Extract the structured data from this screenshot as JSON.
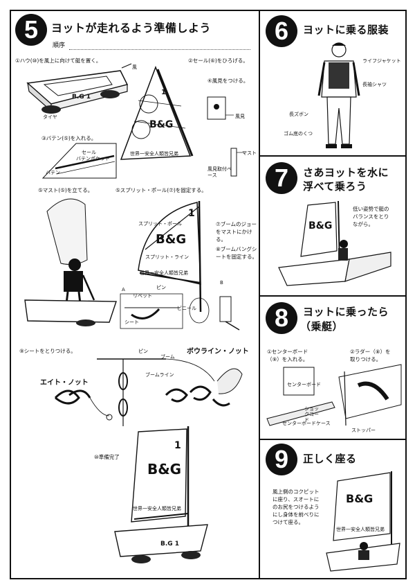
{
  "section5": {
    "number": "5",
    "title": "ヨットが走れるよう準備しよう",
    "subtitle": "順序",
    "step1": "①ハウ(⑩)を風上に向けて艇を置く。",
    "step2": "②セール(⑥)をひろげる。",
    "step2b": "④風見をつける。",
    "step3": "③バテン(⑤)を入れる。",
    "step4": "⑤マスト(⑤)を立てる。",
    "step5": "⑤スプリット・ポール(⑦)を固定する。",
    "step6": "⑦ブームのジョーをマストにかける。",
    "step7": "⑧ブームバングシートを固定する。",
    "step8": "⑨シートをとりつける。",
    "step9": "⑩準備完了",
    "labels": {
      "wind": "風",
      "tire": "タイヤ",
      "sail": "セール",
      "batten_pocket": "バテンポケット",
      "batten": "バテン",
      "mast": "マスト",
      "mast_base": "風見取付ベース",
      "wind_vane": "風見",
      "hull_mark": "B.G 1",
      "sail_number": "1",
      "sail_text": "世界一安全人類皆兄弟",
      "sprit": "スプリット・ポール",
      "sprit_line": "スプリット・ライン",
      "pin": "ピン",
      "rivet": "リベット",
      "sheet": "シート",
      "vinyl": "ビニール",
      "boom": "ブーム",
      "boom_line": "ブームライン",
      "eight_knot": "エイト・ノット",
      "bowline_knot": "ボウライン・ノット",
      "a_mark": "A",
      "b_mark": "B",
      "pin2": "ピン"
    }
  },
  "section6": {
    "number": "6",
    "title": "ヨットに乗る服装",
    "labels": {
      "lifejacket": "ライフジャケット",
      "longsleeve": "長袖シャツ",
      "pants": "長ズボン",
      "shoes": "ゴム底のくつ"
    }
  },
  "section7": {
    "number": "7",
    "title_line1": "さあヨットを水に",
    "title_line2": "浮べて乗ろう",
    "note_line1": "低い姿勢で艇の",
    "note_line2": "バランスをとり",
    "note_line3": "ながら。"
  },
  "section8": {
    "number": "8",
    "title_line1": "ヨットに乗ったら",
    "title_line2": "（乗艇）",
    "step1_line1": "①センターボード",
    "step1_line2": "（⑨）を入れる。",
    "step2_line1": "②ラダー（⑧）を",
    "step2_line2": "取りつける。",
    "labels": {
      "centerboard": "センターボード",
      "shock_cord": "ショックコード",
      "cb_case": "センターボードケース",
      "stopper": "ストッパー"
    }
  },
  "section9": {
    "number": "9",
    "title": "正しく座る",
    "note_line1": "風上側のコクピット",
    "note_line2": "に座り、スオートに",
    "note_line3": "のお尻をつけるよう",
    "note_line4": "にし身体を前べりに",
    "note_line5": "つけて座る。"
  }
}
